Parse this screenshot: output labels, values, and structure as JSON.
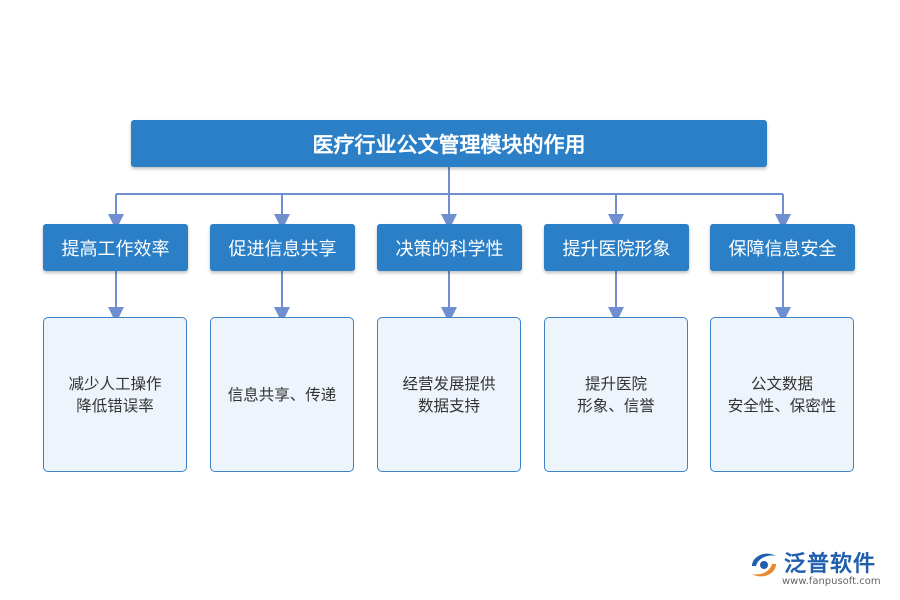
{
  "title": "医疗行业公文管理模块的作用",
  "branches": [
    {
      "label": "提高工作效率",
      "lines": [
        "减少人工操作",
        "降低错误率"
      ]
    },
    {
      "label": "促进信息共享",
      "lines": [
        "信息共享、传递"
      ]
    },
    {
      "label": "决策的科学性",
      "lines": [
        "经营发展提供",
        "数据支持"
      ]
    },
    {
      "label": "提升医院形象",
      "lines": [
        "提升医院",
        "形象、信誉"
      ]
    },
    {
      "label": "保障信息安全",
      "lines": [
        "公文数据",
        "安全性、保密性"
      ]
    }
  ],
  "logo": {
    "brand": "泛普软件",
    "url": "www.fanpusoft.com"
  },
  "colors": {
    "box_fill": "#2b7fc6",
    "leaf_fill": "#eef4fb",
    "leaf_border": "#3c82c6",
    "connector": "#6f8fd0"
  }
}
